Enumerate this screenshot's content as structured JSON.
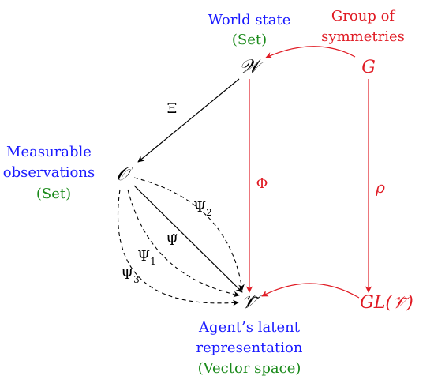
{
  "colors": {
    "blue": "#1a1aff",
    "green": "#1a8a1a",
    "red": "#e01b24",
    "black": "#000000"
  },
  "nodes": {
    "world": {
      "title": "World state",
      "kind": "(Set)",
      "symbol": "𝒲"
    },
    "group": {
      "title_line1": "Group of",
      "title_line2": "symmetries",
      "symbol": "G"
    },
    "observations": {
      "title_line1": "Measurable",
      "title_line2": "observations",
      "kind": "(Set)",
      "symbol": "𝒪"
    },
    "latent": {
      "symbol": "𝒱̃",
      "title_line1": "Agent’s latent",
      "title_line2": "representation",
      "kind": "(Vector space)"
    },
    "gl": {
      "prefix": "GL(",
      "inner": "𝒱̃",
      "suffix": ")"
    }
  },
  "edges": {
    "xi": "Ξ",
    "phi": "Φ",
    "rho": "ρ",
    "psi_tilde": "Ψ̃",
    "psi1_base": "Ψ",
    "psi1_sub": "1",
    "psi2_base": "Ψ",
    "psi2_sub": "2",
    "psi3_base": "Ψ",
    "psi3_sub": "3"
  }
}
